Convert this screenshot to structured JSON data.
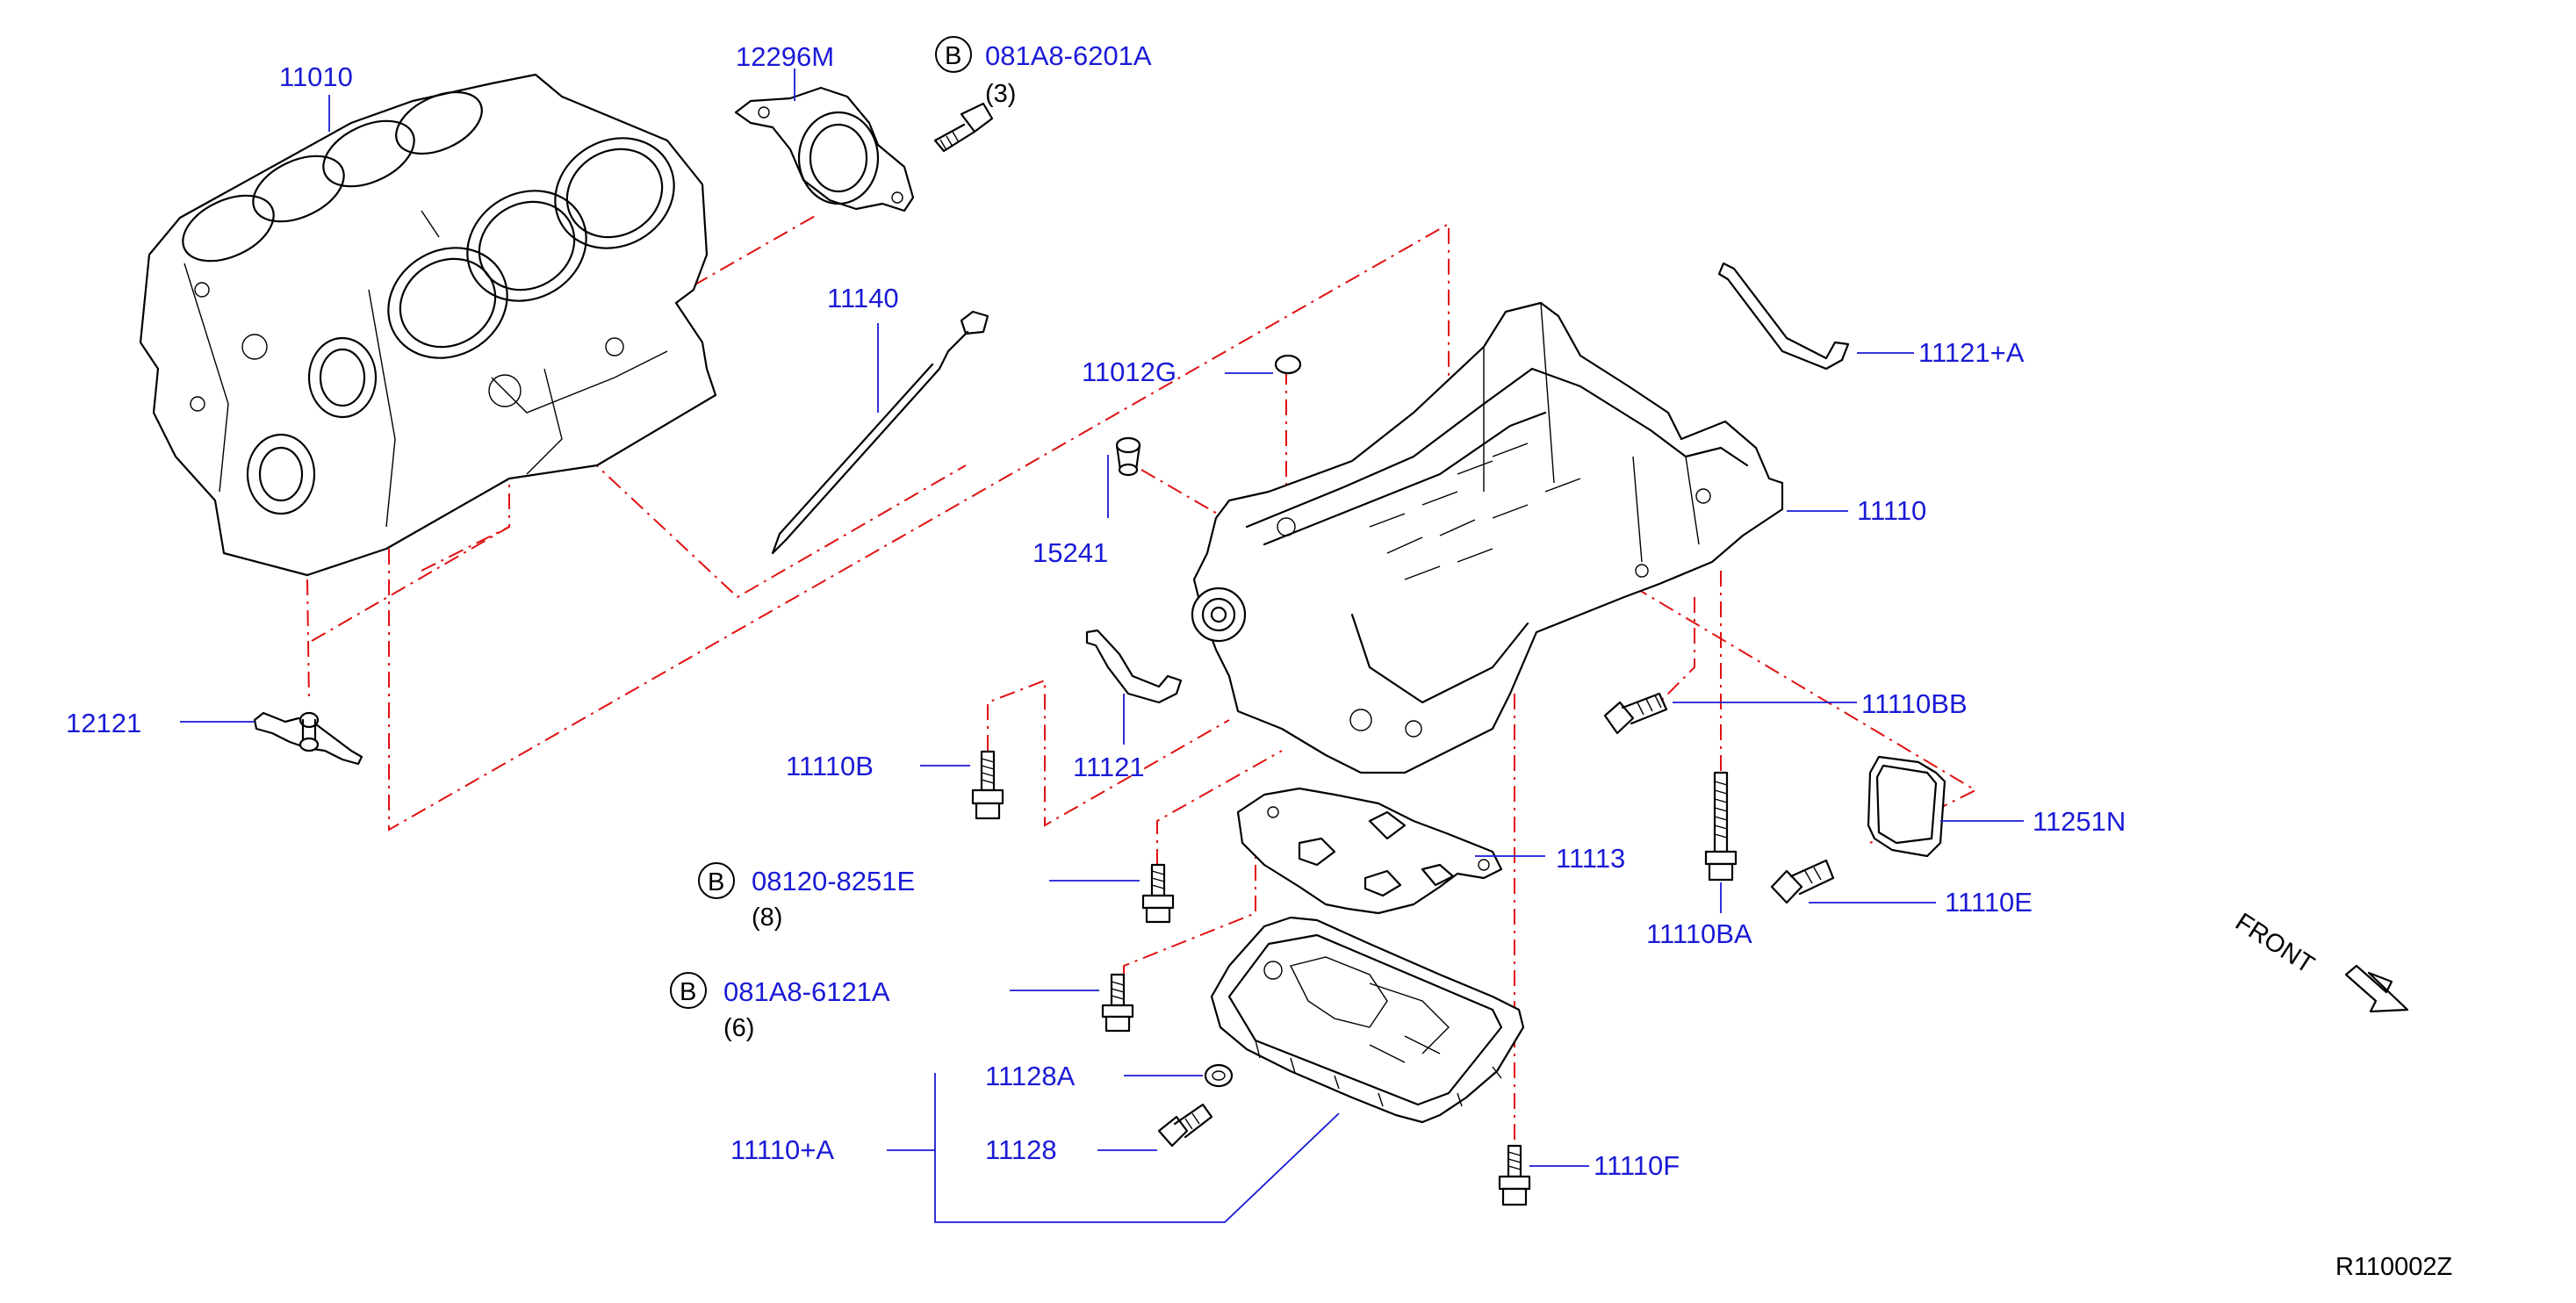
{
  "diagram": {
    "reference_code": "R110002Z",
    "front_label": "FRONT",
    "bolt_marker": "B",
    "labels": {
      "cylinder_block": "11010",
      "rear_oil_seal_retainer": "12296M",
      "retainer_bolt": "081A8-6201A",
      "retainer_bolt_qty": "(3)",
      "oil_level_gauge": "11140",
      "plug_11012g": "11012G",
      "dowel_15241": "15241",
      "baffle_11121a": "11121+A",
      "oil_pan_upper": "11110",
      "bolt_11110bb": "11110BB",
      "baffle_11121": "11121",
      "bracket_12121": "12121",
      "bolt_11110b": "11110B",
      "gasket_11113": "11113",
      "bolt_08120": "08120-8251E",
      "bolt_08120_qty": "(8)",
      "cover_11251n": "11251N",
      "bolt_11110ba": "11110BA",
      "bolt_11110e": "11110E",
      "bolt_081a8_6121": "081A8-6121A",
      "bolt_081a8_6121_qty": "(6)",
      "washer_11128a": "11128A",
      "drain_plug_11128": "11128",
      "oil_pan_assy": "11110+A",
      "bolt_11110f": "11110F"
    }
  }
}
